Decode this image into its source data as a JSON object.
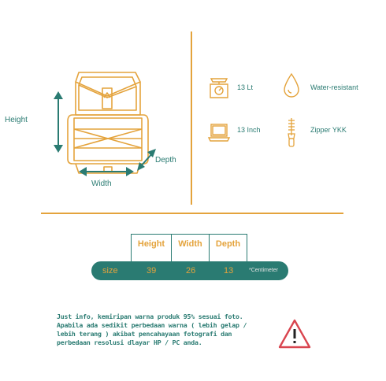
{
  "dimensions": {
    "height_label": "Height",
    "depth_label": "Depth",
    "width_label": "Width"
  },
  "features": [
    {
      "icon": "scale-icon",
      "label": "13 Lt"
    },
    {
      "icon": "water-drop-icon",
      "label": "Water-resistant"
    },
    {
      "icon": "laptop-icon",
      "label": "13 Inch"
    },
    {
      "icon": "zipper-icon",
      "label": "Zipper YKK"
    }
  ],
  "size_table": {
    "headers": [
      "Height",
      "Width",
      "Depth"
    ],
    "row_label": "size",
    "values": [
      "39",
      "26",
      "13"
    ],
    "unit": "*Centimeter"
  },
  "note": {
    "lines": [
      "Just info, kemiripan warna produk 95% sesuai foto.",
      "Apabila ada sedikit perbedaan warna ( lebih gelap /",
      "lebih terang ) akibat pencahayaan fotografi dan",
      "perbedaan resolusi dlayar HP / PC anda."
    ]
  },
  "colors": {
    "teal": "#2a7b72",
    "gold": "#e4a33c",
    "warning_red": "#d9454f"
  }
}
